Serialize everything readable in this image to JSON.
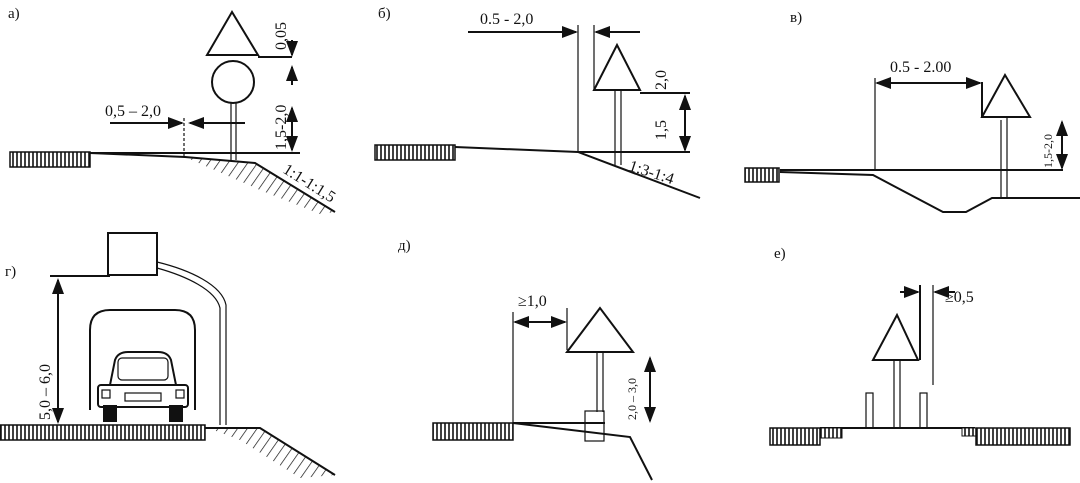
{
  "panels": {
    "a": {
      "label": "а)",
      "dim_gap": "0,05",
      "dim_height": "1,5-2,0",
      "dim_offset": "0,5 – 2,0",
      "slope": "1:1-1:1,5"
    },
    "b": {
      "label": "б)",
      "dim_offset": "0.5 - 2,0",
      "dim_upper": "2,0",
      "dim_lower": "1,5",
      "slope": "1:3-1:4"
    },
    "v": {
      "label": "в)",
      "dim_offset": "0.5 - 2.00",
      "dim_height": "1,5-2,0"
    },
    "g": {
      "label": "г)",
      "dim_height": "5,0 – 6,0"
    },
    "d": {
      "label": "д)",
      "dim_offset": "≥1,0",
      "dim_height": "2,0 – 3,0"
    },
    "e": {
      "label": "е)",
      "dim_offset": "≥0,5"
    }
  }
}
